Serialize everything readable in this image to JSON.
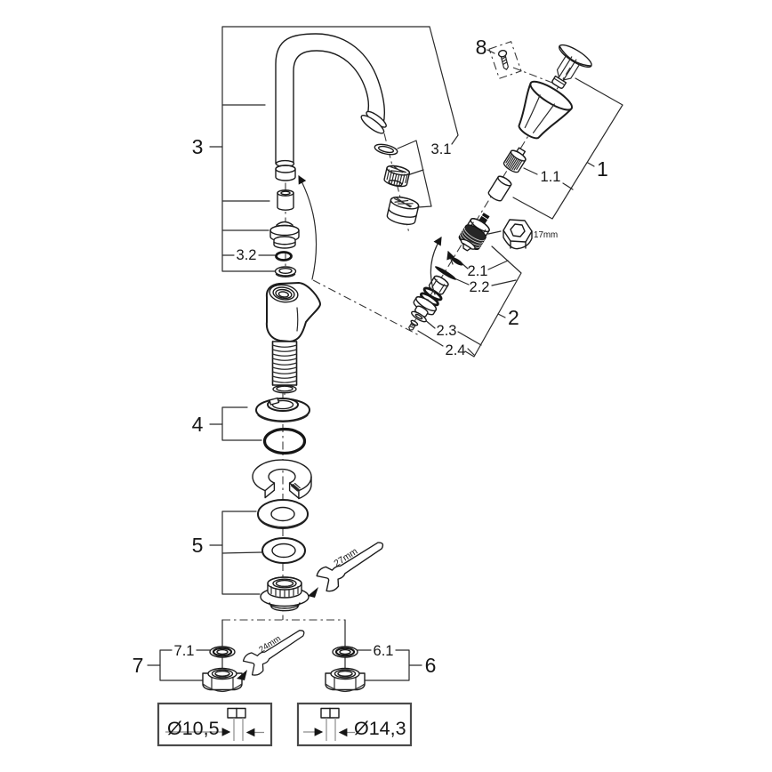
{
  "figure": {
    "kind": "exploded-parts-diagram",
    "background": "#ffffff",
    "line_color": "#1c1c1c",
    "callouts": {
      "spout_group": "3",
      "aerator": "3.1",
      "spout_seal": "3.2",
      "handle_group": "1",
      "handle_adapter": "1.1",
      "handle_screw": "8",
      "headpart_group": "2",
      "headpart_item1": "2.1",
      "headpart_item2": "2.2",
      "headpart_item3": "2.3",
      "headpart_item4": "2.4",
      "escutcheon_group": "4",
      "mounting_group": "5",
      "supply_right_group": "6",
      "supply_right_washer": "6.1",
      "supply_left_group": "7",
      "supply_left_washer": "7.1"
    },
    "tools": {
      "headpart_socket": "17mm",
      "mounting_wrench": "27mm",
      "supply_wrench": "24mm"
    },
    "dims": {
      "left": "Ø10,5",
      "right": "Ø14,3"
    }
  }
}
